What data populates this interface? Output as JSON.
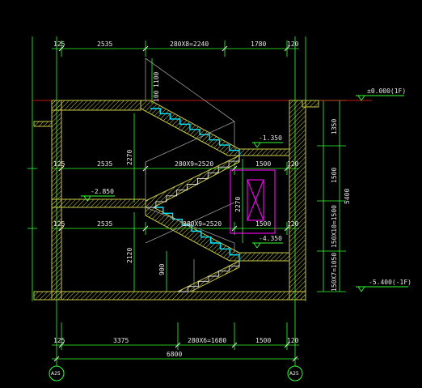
{
  "drawing": {
    "top_dims": [
      "125",
      "2535",
      "280X8=2240",
      "1780",
      "120"
    ],
    "mid_dims": [
      "125",
      "2535",
      "280X9=2520",
      "1500",
      "120"
    ],
    "low_dims": [
      "125",
      "2535",
      "280X9=2520",
      "1500",
      "120"
    ],
    "bottom_dims": [
      "125",
      "3375",
      "280X6=1680",
      "1500",
      "120"
    ],
    "overall_width": "6800",
    "vertical_top_1": "1100",
    "vertical_top_2": "100",
    "vertical_mid": "2270",
    "vertical_low": "2120",
    "vertical_900": "900",
    "vertical_core": "2270",
    "right_dims": [
      "1350",
      "1500",
      "150X10=1500",
      "150X7=1050"
    ],
    "right_total": "5400",
    "elev_top": "±0.000(1F)",
    "elev_1": "-1.350",
    "elev_2": "-2.850",
    "elev_3": "-4.350",
    "elev_bottom": "-5.400(-1F)",
    "axis_left": "A25",
    "axis_right": "A25"
  },
  "colors": {
    "green": "#33ff33",
    "wall": "#c8c84a",
    "cyan": "#00e5ff",
    "white": "#e8e8e8",
    "magenta": "#ff00ff",
    "red": "#ff2020",
    "gray": "#9a9a9a"
  }
}
